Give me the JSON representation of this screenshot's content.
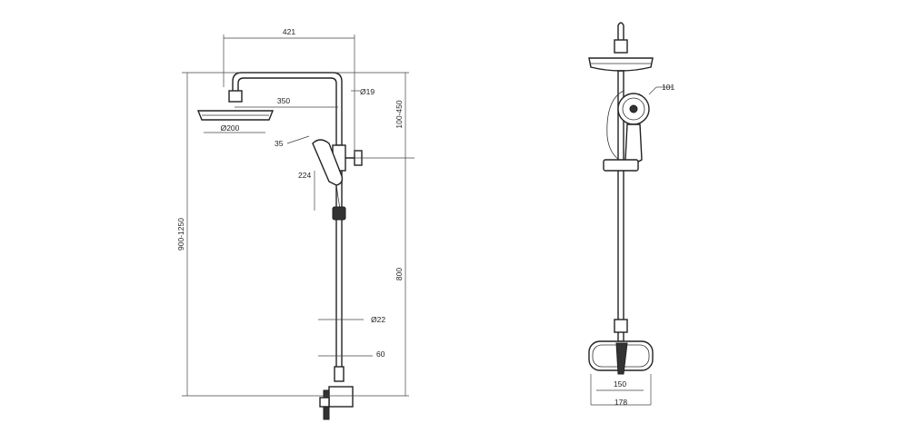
{
  "dimensions": {
    "arm_length": "421",
    "arm_projection": "350",
    "arm_tube_diameter": "Ø19",
    "head_diameter": "Ø200",
    "hand_shower_angle": "35",
    "hand_shower_length": "224",
    "top_adjust_range": "100-450",
    "total_height_range": "900-1250",
    "rail_height": "800",
    "riser_diameter": "Ø22",
    "wall_offset": "60",
    "hand_shower_diameter": "101",
    "mixer_width": "150",
    "mixer_overall_width": "178"
  },
  "colors": {
    "line": "#222222",
    "dimension": "#444444",
    "background": "#ffffff"
  }
}
